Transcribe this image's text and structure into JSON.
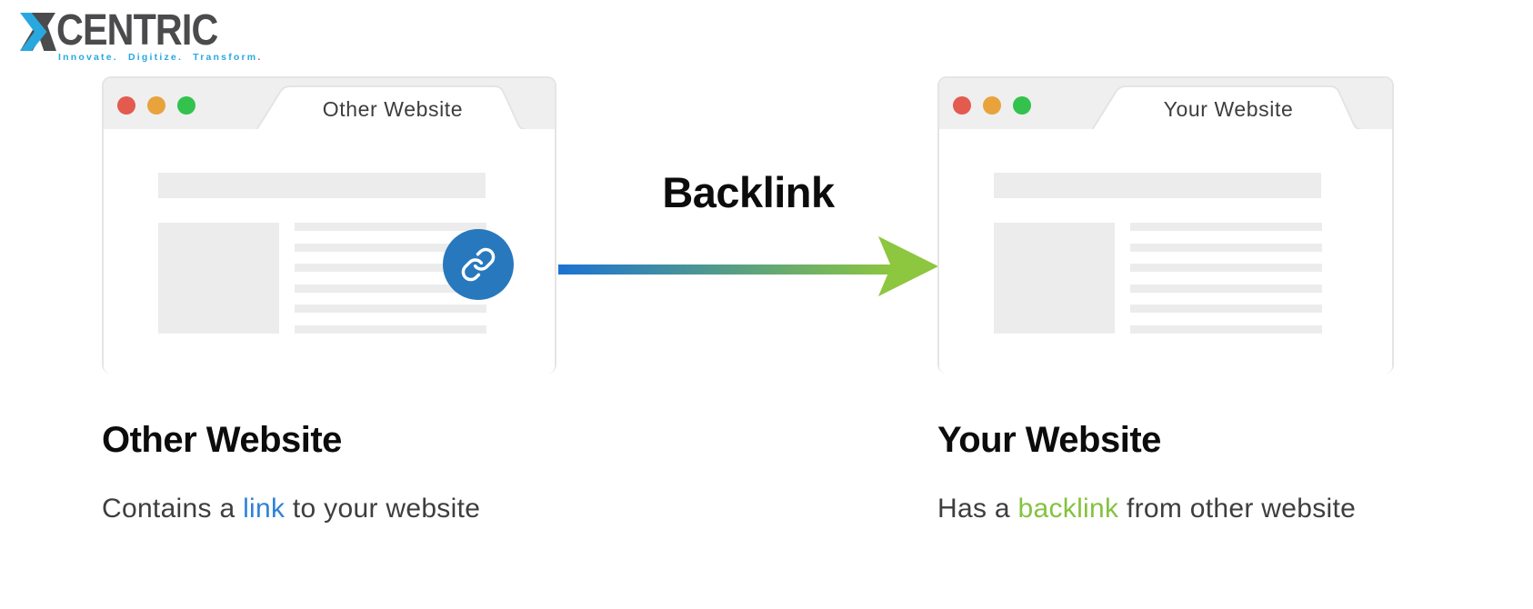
{
  "logo": {
    "brand": "CENTRIC",
    "tagline": "Innovate. Digitize. Transform",
    "tagline_period": "."
  },
  "arrow": {
    "label": "Backlink"
  },
  "left_window": {
    "tab_title": "Other Website",
    "caption_title": "Other Website",
    "caption_pre": "Contains a ",
    "caption_highlight": "link",
    "caption_post": " to your website"
  },
  "right_window": {
    "tab_title": "Your Website",
    "caption_title": "Your Website",
    "caption_pre": "Has a ",
    "caption_highlight": "backlink",
    "caption_post": " from other website"
  },
  "colors": {
    "accent_blue": "#2e82d8",
    "accent_green": "#85c23f",
    "arrow_blue": "#1b73d2",
    "arrow_green": "#8dc63f",
    "badge_blue": "#2878be",
    "dot_red": "#e35b4f",
    "dot_orange": "#e8a33d",
    "dot_green": "#33c24d",
    "logo_blue": "#29a8e0",
    "logo_gray": "#4b4b4d",
    "logo_dot_red": "#e0493f",
    "window_chrome": "#efefef",
    "placeholder": "#ececec"
  }
}
